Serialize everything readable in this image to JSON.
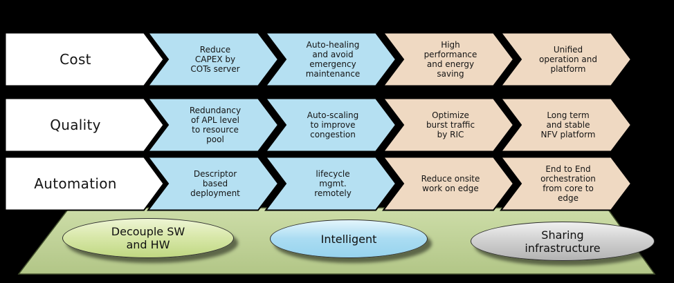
{
  "rows": [
    {
      "label": "Cost",
      "steps": [
        {
          "text": "Reduce\nCAPEX by\nCOTs server",
          "color": "blue"
        },
        {
          "text": "Auto-healing\nand avoid\nemergency\nmaintenance",
          "color": "blue"
        },
        {
          "text": "High\nperformance\nand energy\nsaving",
          "color": "tan"
        },
        {
          "text": "Unified\noperation and\nplatform",
          "color": "tan"
        }
      ]
    },
    {
      "label": "Quality",
      "steps": [
        {
          "text": "Redundancy\nof APL level\nto resource\npool",
          "color": "blue"
        },
        {
          "text": "Auto-scaling\nto improve\ncongestion",
          "color": "blue"
        },
        {
          "text": "Optimize\nburst traffic\nby RIC",
          "color": "tan"
        },
        {
          "text": "Long term\nand stable\nNFV platform",
          "color": "tan"
        }
      ]
    },
    {
      "label": "Automation",
      "steps": [
        {
          "text": "Descriptor\nbased\ndeployment",
          "color": "blue"
        },
        {
          "text": "lifecycle\nmgmt.\nremotely",
          "color": "blue"
        },
        {
          "text": "Reduce onsite\nwork on edge",
          "color": "tan"
        },
        {
          "text": "End to End\norchestration\nfrom core to\nedge",
          "color": "tan"
        }
      ]
    }
  ],
  "foundation_bubbles": [
    {
      "text": "Decouple SW\nand HW",
      "color": "green"
    },
    {
      "text": "Intelligent",
      "color": "blue"
    },
    {
      "text": "Sharing\ninfrastructure",
      "color": "gray"
    }
  ],
  "colors": {
    "background": "#000000",
    "arrow_white": "#ffffff",
    "step_blue": "#b5e0f2",
    "step_tan": "#efd9c2",
    "platform_green": "#c2d69b",
    "bubble_green": "#d9e8ab",
    "bubble_blue": "#aadcf2",
    "bubble_gray": "#b3b3b3"
  }
}
